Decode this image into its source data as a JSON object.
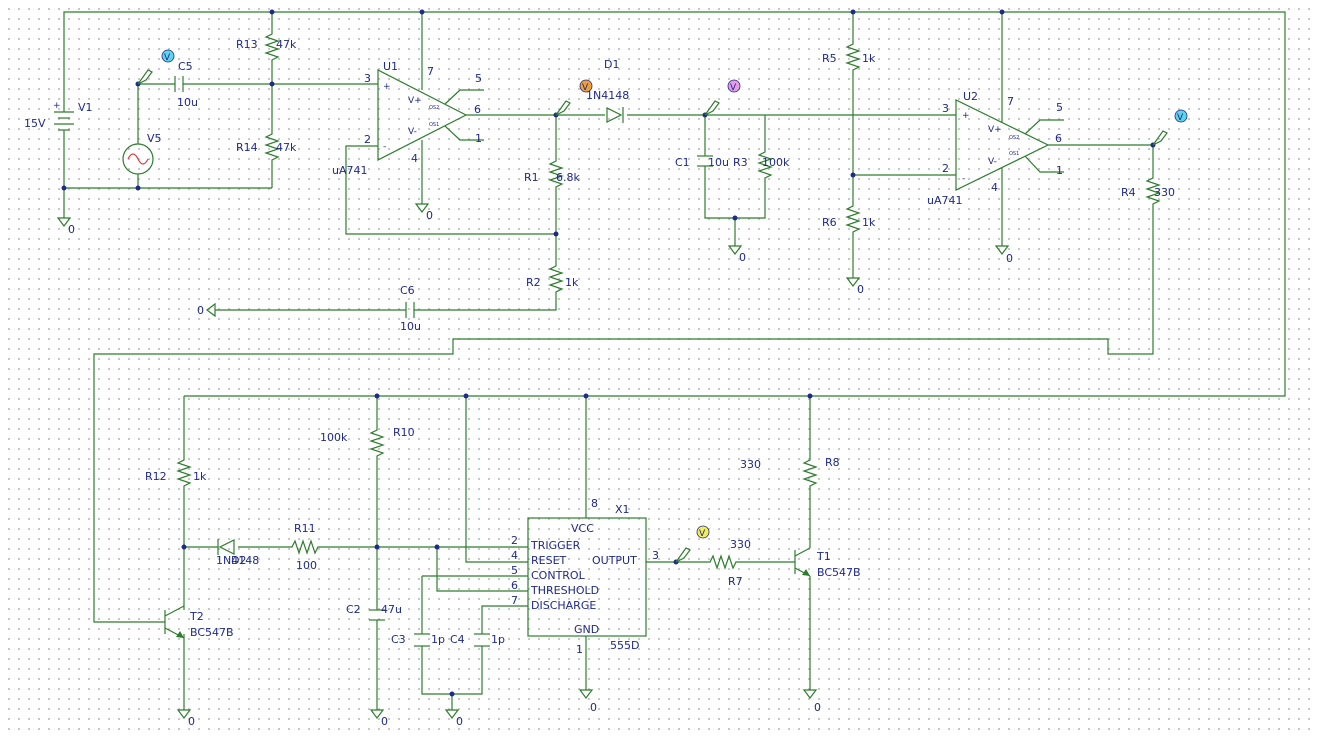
{
  "components": {
    "V1": {
      "ref": "V1",
      "value": "15V",
      "plus": "+"
    },
    "V5": {
      "ref": "V5"
    },
    "C5": {
      "ref": "C5",
      "value": "10u"
    },
    "C6": {
      "ref": "C6",
      "value": "10u"
    },
    "C1": {
      "ref": "C1",
      "value": "10u"
    },
    "C2": {
      "ref": "C2",
      "value": "47u"
    },
    "C3": {
      "ref": "C3",
      "value": "1p"
    },
    "C4": {
      "ref": "C4",
      "value": "1p"
    },
    "R13": {
      "ref": "R13",
      "value": "47k"
    },
    "R14": {
      "ref": "R14",
      "value": "47k"
    },
    "R1": {
      "ref": "R1",
      "value": "6.8k"
    },
    "R2": {
      "ref": "R2",
      "value": "1k"
    },
    "R3": {
      "ref": "R3",
      "value": "100k"
    },
    "R4": {
      "ref": "R4",
      "value": "330"
    },
    "R5": {
      "ref": "R5",
      "value": "1k"
    },
    "R6": {
      "ref": "R6",
      "value": "1k"
    },
    "R7": {
      "ref": "R7",
      "value": "330"
    },
    "R8": {
      "ref": "R8",
      "value": "330"
    },
    "R10": {
      "ref": "R10",
      "value": "100k"
    },
    "R11": {
      "ref": "R11",
      "value": "100"
    },
    "R12": {
      "ref": "R12",
      "value": "1k"
    },
    "D1": {
      "ref": "D1",
      "value": "1N4148"
    },
    "D2": {
      "ref": "D2",
      "value": "1N4148"
    },
    "U1": {
      "ref": "U1",
      "model": "uA741"
    },
    "U2": {
      "ref": "U2",
      "model": "uA741"
    },
    "T1": {
      "ref": "T1",
      "model": "BC547B"
    },
    "T2": {
      "ref": "T2",
      "model": "BC547B"
    },
    "X1": {
      "ref": "X1",
      "model": "555D",
      "pins": {
        "vcc": "VCC",
        "trigger": "TRIGGER",
        "reset": "RESET",
        "control": "CONTROL",
        "threshold": "THRESHOLD",
        "discharge": "DISCHARGE",
        "output": "OUTPUT",
        "gnd": "GND"
      }
    }
  },
  "opamp": {
    "vplus": "V+",
    "vminus": "V-",
    "os2": "OS2",
    "os1": "OS1",
    "plus": "+",
    "minus": "-"
  },
  "pin_numbers": {
    "p1": "1",
    "p2": "2",
    "p3": "3",
    "p4": "4",
    "p5": "5",
    "p6": "6",
    "p7": "7",
    "p8": "8"
  },
  "probe_label": "V",
  "probe_colors": {
    "cyan": "#5fd3e8",
    "orange": "#f0a030",
    "pink": "#e79be0",
    "yellow": "#f2ee5a"
  },
  "ground_label": "0",
  "colors": {
    "wire": "#2e7d2e",
    "text": "#1f2a8a",
    "grid_dot": "#b9b9b9"
  }
}
